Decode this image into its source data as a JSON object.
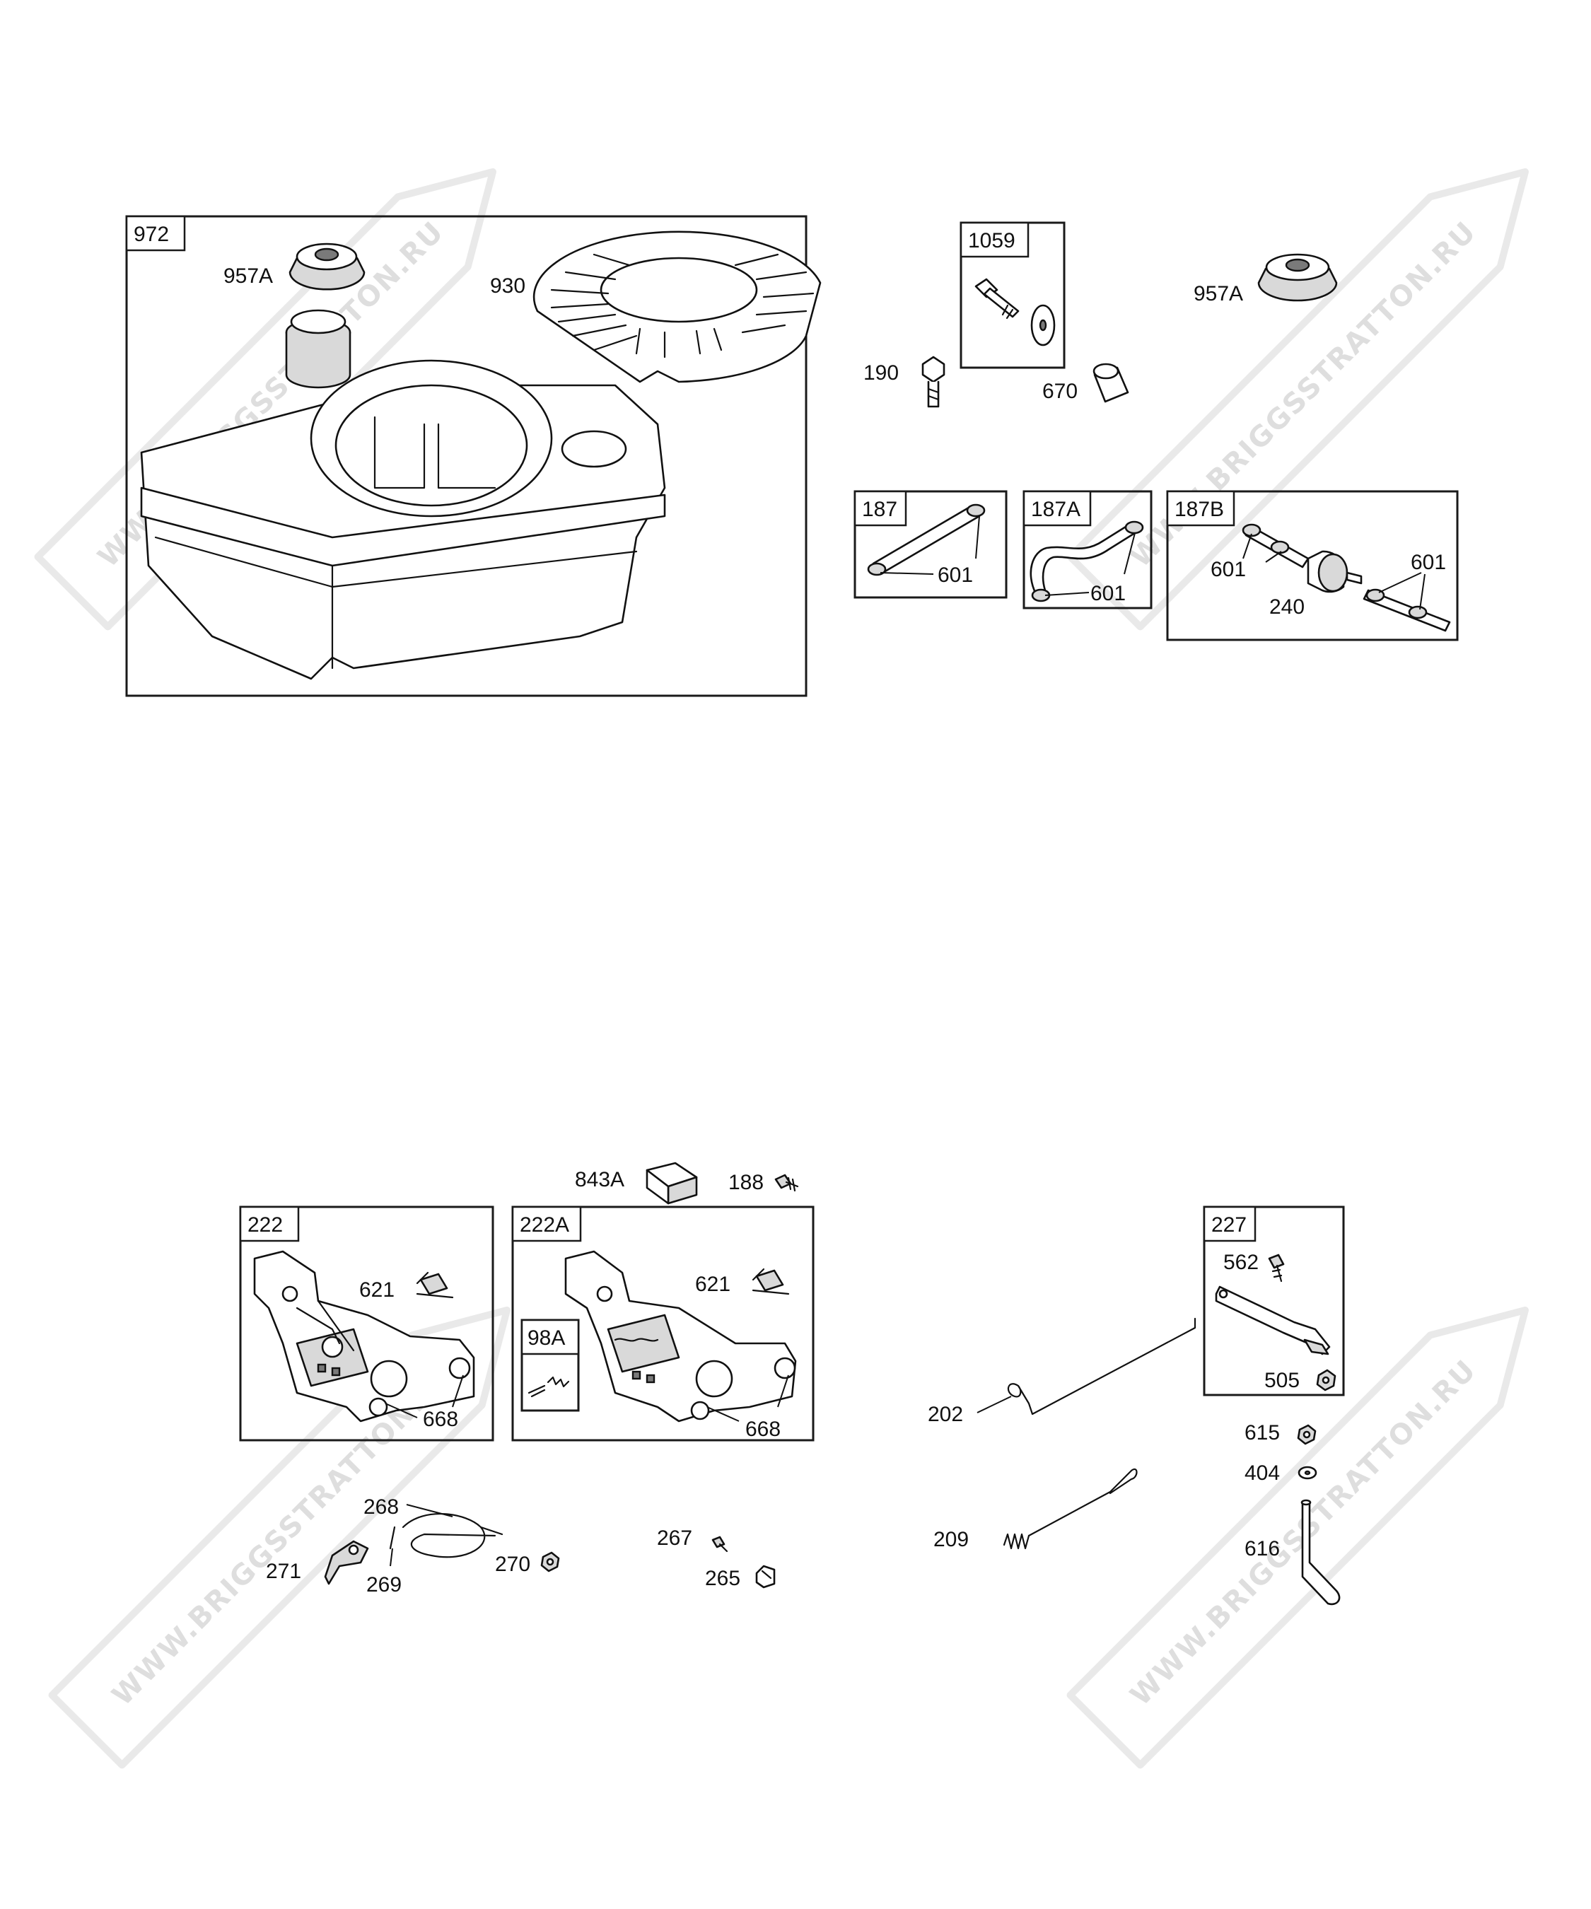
{
  "watermark": "WWW.BRIGGSSTRATTON.RU",
  "groups": {
    "g972": "972",
    "g1059": "1059",
    "g187": "187",
    "g187A": "187A",
    "g187B": "187B",
    "g222": "222",
    "g222A": "222A",
    "g98A": "98A",
    "g227": "227"
  },
  "parts": {
    "p957A_left": "957A",
    "p930": "930",
    "p957A_right": "957A",
    "p190": "190",
    "p670": "670",
    "p601_187": "601",
    "p601_187A": "601",
    "p601_187B_left": "601",
    "p601_187B_right": "601",
    "p240": "240",
    "p843A": "843A",
    "p188": "188",
    "p621_222": "621",
    "p668_222": "668",
    "p621_222A": "621",
    "p668_222A": "668",
    "p268": "268",
    "p271": "271",
    "p269": "269",
    "p270": "270",
    "p267": "267",
    "p265": "265",
    "p562": "562",
    "p505": "505",
    "p202": "202",
    "p615": "615",
    "p404": "404",
    "p209": "209",
    "p616": "616"
  }
}
